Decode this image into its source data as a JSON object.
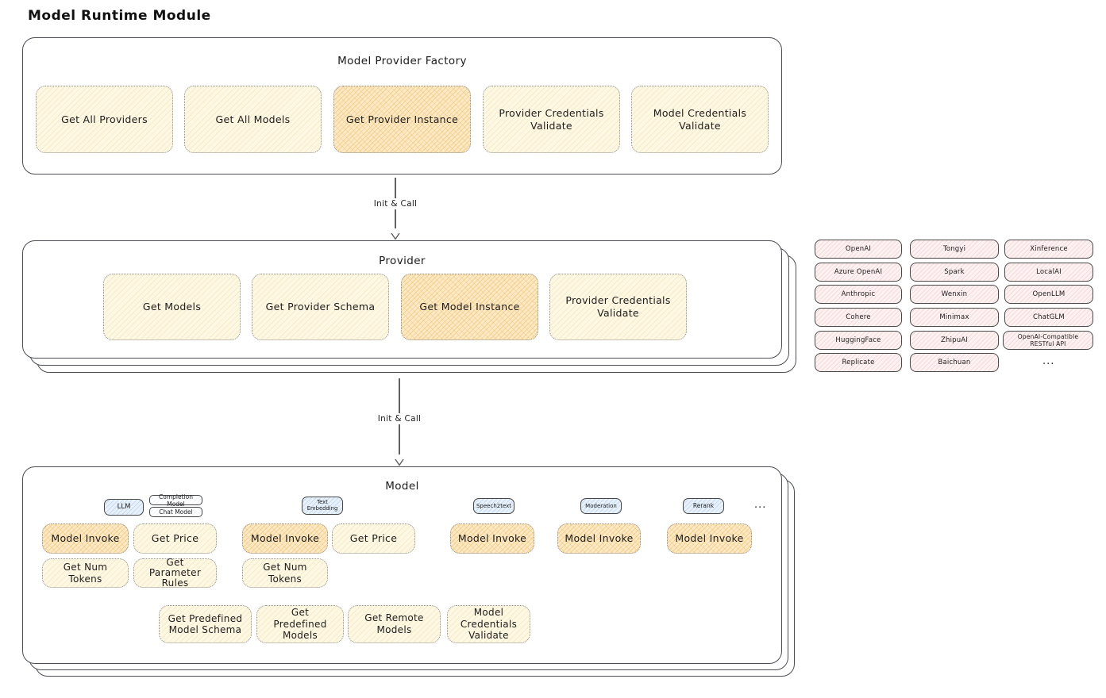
{
  "page": {
    "title": "Model Runtime Module"
  },
  "colors": {
    "highlight_fill": "#fbe9c8",
    "yellow_fill": "#fdf8e3",
    "pink_fill": "#fdf2f2",
    "blue_fill": "#e8f1fa",
    "border": "#4a4d52"
  },
  "factory": {
    "title": "Model Provider Factory",
    "boxes": [
      {
        "label": "Get All Providers",
        "highlight": false
      },
      {
        "label": "Get All Models",
        "highlight": false
      },
      {
        "label": "Get Provider Instance",
        "highlight": true
      },
      {
        "label": "Provider Credentials Validate",
        "highlight": false
      },
      {
        "label": "Model Credentials Validate",
        "highlight": false
      }
    ]
  },
  "flow": {
    "init_call_1": "Init & Call",
    "init_call_2": "Init & Call"
  },
  "provider": {
    "title": "Provider",
    "boxes": [
      {
        "label": "Get Models",
        "highlight": false
      },
      {
        "label": "Get Provider Schema",
        "highlight": false
      },
      {
        "label": "Get Model Instance",
        "highlight": true
      },
      {
        "label": "Provider Credentials Validate",
        "highlight": false
      }
    ]
  },
  "providers_list": {
    "col1": [
      "OpenAI",
      "Azure OpenAI",
      "Anthropic",
      "Cohere",
      "HuggingFace",
      "Replicate"
    ],
    "col2": [
      "Tongyi",
      "Spark",
      "Wenxin",
      "Minimax",
      "ZhipuAI",
      "Baichuan"
    ],
    "col3": [
      "Xinference",
      "LocalAI",
      "OpenLLM",
      "ChatGLM",
      "OpenAI-Compatible RESTful API"
    ],
    "more": "..."
  },
  "model": {
    "title": "Model",
    "tags": {
      "llm": "LLM",
      "completion": "Completion Model",
      "chat": "Chat Model",
      "embedding": "Text Embedding",
      "speech": "Speech2text",
      "moderation": "Moderation",
      "rerank": "Rerank",
      "more": "..."
    },
    "llm_ops": [
      "Model Invoke",
      "Get Price",
      "Get Num Tokens",
      "Get Parameter Rules"
    ],
    "embedding_ops": [
      "Model Invoke",
      "Get Price",
      "Get Num Tokens"
    ],
    "speech_ops": [
      "Model Invoke"
    ],
    "moderation_ops": [
      "Model Invoke"
    ],
    "rerank_ops": [
      "Model Invoke"
    ],
    "bottom_ops": [
      "Get Predefined Model Schema",
      "Get Predefined Models",
      "Get Remote Models",
      "Model Credentials Validate"
    ]
  }
}
